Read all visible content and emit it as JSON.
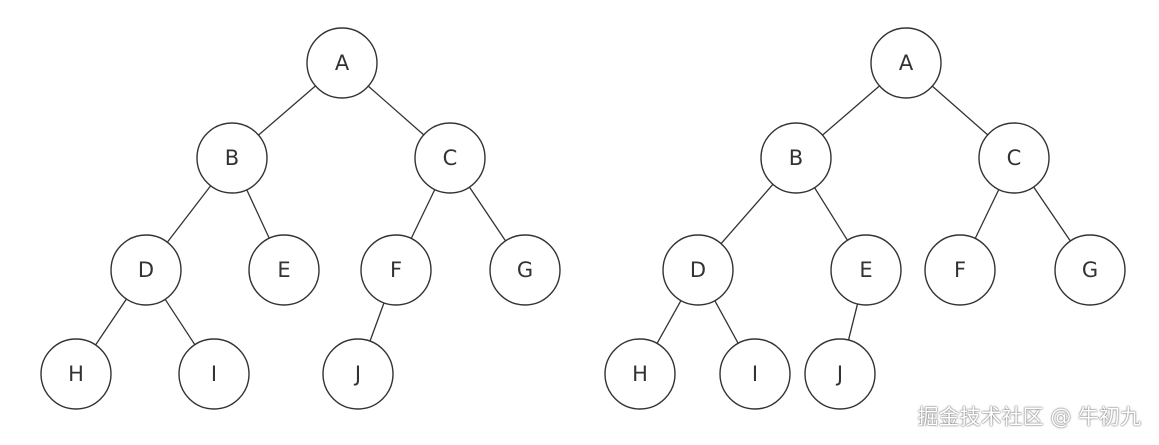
{
  "trees": [
    {
      "nodes": [
        {
          "id": "A",
          "label": "A"
        },
        {
          "id": "B",
          "label": "B"
        },
        {
          "id": "C",
          "label": "C"
        },
        {
          "id": "D",
          "label": "D"
        },
        {
          "id": "E",
          "label": "E"
        },
        {
          "id": "F",
          "label": "F"
        },
        {
          "id": "G",
          "label": "G"
        },
        {
          "id": "H",
          "label": "H"
        },
        {
          "id": "I",
          "label": "I"
        },
        {
          "id": "J",
          "label": "J"
        }
      ],
      "edges": [
        [
          "A",
          "B"
        ],
        [
          "A",
          "C"
        ],
        [
          "B",
          "D"
        ],
        [
          "B",
          "E"
        ],
        [
          "C",
          "F"
        ],
        [
          "C",
          "G"
        ],
        [
          "D",
          "H"
        ],
        [
          "D",
          "I"
        ],
        [
          "F",
          "J"
        ]
      ]
    },
    {
      "nodes": [
        {
          "id": "A",
          "label": "A"
        },
        {
          "id": "B",
          "label": "B"
        },
        {
          "id": "C",
          "label": "C"
        },
        {
          "id": "D",
          "label": "D"
        },
        {
          "id": "E",
          "label": "E"
        },
        {
          "id": "F",
          "label": "F"
        },
        {
          "id": "G",
          "label": "G"
        },
        {
          "id": "H",
          "label": "H"
        },
        {
          "id": "I",
          "label": "I"
        },
        {
          "id": "J",
          "label": "J"
        }
      ],
      "edges": [
        [
          "A",
          "B"
        ],
        [
          "A",
          "C"
        ],
        [
          "B",
          "D"
        ],
        [
          "B",
          "E"
        ],
        [
          "C",
          "F"
        ],
        [
          "C",
          "G"
        ],
        [
          "D",
          "H"
        ],
        [
          "D",
          "I"
        ],
        [
          "E",
          "J"
        ]
      ]
    }
  ],
  "watermark": "掘金技术社区 @ 牛初九"
}
